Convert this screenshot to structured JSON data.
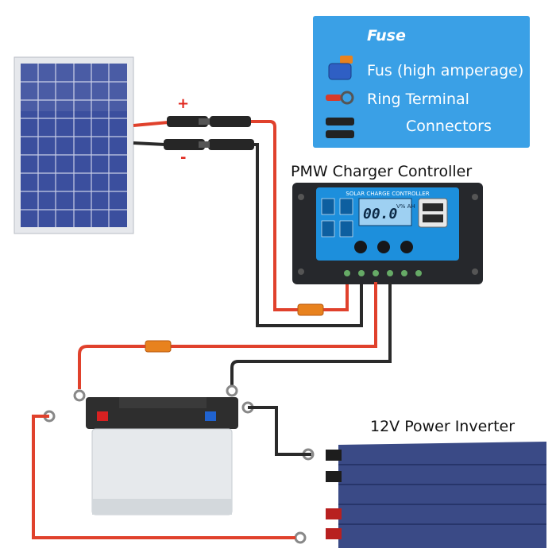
{
  "legend": {
    "title": "Fuse",
    "items": [
      {
        "label": "Fus (high amperage)",
        "icon": "fuse-icon"
      },
      {
        "label": "Ring Terminal",
        "icon": "ring-terminal-icon"
      },
      {
        "label": "Connectors",
        "icon": "mc4-connector-icon"
      }
    ]
  },
  "controller": {
    "title": "PMW Charger Controller",
    "panel_text": "SOLAR CHARGE CONTROLLER",
    "display_value": "00.0",
    "display_units": "V% AH"
  },
  "inverter": {
    "title": "12V Power Inverter"
  },
  "polarity": {
    "positive": "+",
    "negative": "-"
  },
  "colors": {
    "positive_wire": "#e0412c",
    "negative_wire": "#2a2a2a",
    "fuse": "#e8821e",
    "legend_bg": "#3aa0e6"
  }
}
